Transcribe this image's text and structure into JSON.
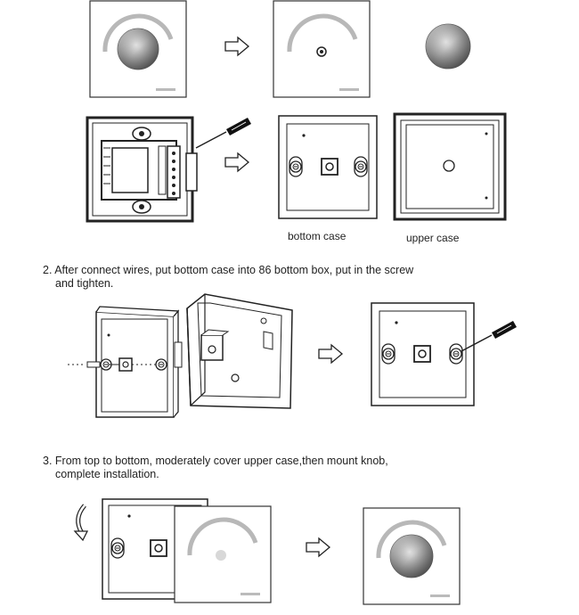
{
  "captions": {
    "bottom_case": "bottom case",
    "upper_case": "upper case"
  },
  "steps": [
    {
      "line1": "2. After connect wires, put bottom case into 86 bottom box, put in the screw",
      "line2": "and tighten."
    },
    {
      "line1": "3. From top to bottom, moderately cover upper case,then mount knob,",
      "line2": "complete installation."
    }
  ],
  "colors": {
    "stroke": "#222222",
    "knob_dark": "#6f6f6f",
    "knob_light": "#e8e8e8",
    "arc": "#b8b8b8"
  }
}
